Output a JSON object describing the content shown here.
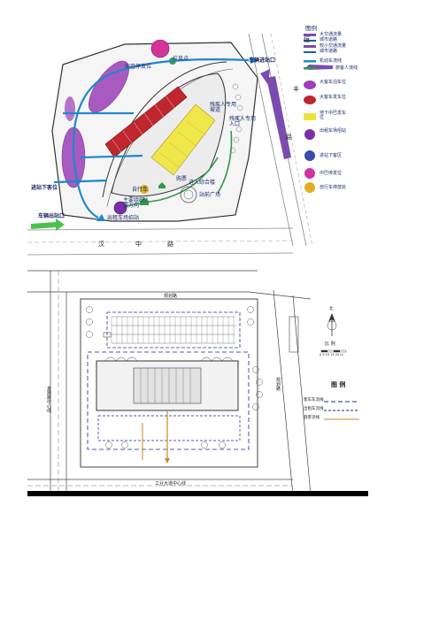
{
  "top_plan": {
    "legend": {
      "title": "图例",
      "items": [
        {
          "label": "大交通流量",
          "color": "#7b4bb0"
        },
        {
          "label": "城市道路",
          "color": "#1d5fa8"
        },
        {
          "label": "较小交通流量",
          "color": "#7b4bb0"
        },
        {
          "label": "城市道路",
          "color": "#1d5fa8"
        },
        {
          "label": "机动车流线",
          "color": "#1e88c8"
        },
        {
          "label": "旅客人流线",
          "color": "#2e9a4a"
        },
        {
          "label": "大客车泊车位",
          "color": "#9b3fb8"
        },
        {
          "label": "大客车发车位",
          "color": "#c0262e"
        },
        {
          "label": "地下中巴发车位",
          "color": "#e9e43a"
        },
        {
          "label": "出租车场招站",
          "color": "#7a2ea8"
        },
        {
          "label": "进站下客区",
          "color": "#3a4cb0"
        },
        {
          "label": "中巴停发位",
          "color": "#d2349a"
        },
        {
          "label": "自行车停放处",
          "color": "#e0b020"
        }
      ]
    },
    "labels": {
      "bus_stop": "中巴停发位",
      "garbage": "垃圾点",
      "entry": "车辆进站口",
      "road_east_1": "恒",
      "road_east_2": "丰",
      "road_east_3": "路",
      "vip_lane": "残疾人专用坡道",
      "vip_entry": "残疾人专用入口",
      "drop_off": "进站下客位",
      "exit": "车辆出站口",
      "taxi": "出租车场招站",
      "ticket": "购票",
      "complex": "进入综合楼",
      "bike": "自行车",
      "plaza": "站前广场",
      "flow": "主要组织人流方向",
      "road_south_1": "汉",
      "road_south_2": "中",
      "road_south_3": "路"
    }
  },
  "bottom_plan": {
    "labels": {
      "north": "北",
      "scale": "比 例",
      "scale_ticks": "0 5 10 15 20 m",
      "top_road": "规划路",
      "right_road": "规划路",
      "left_road": "金陵路中心线",
      "bottom_road": "工业大道中心线"
    },
    "legend": {
      "title": "图  例",
      "items": [
        {
          "label": "客车车流线",
          "color": "#1a2a8a",
          "style": "dashed"
        },
        {
          "label": "出租车流线",
          "color": "#1a2a8a",
          "style": "dashed"
        },
        {
          "label": "旅客流线",
          "color": "#c88a20",
          "style": "solid"
        }
      ]
    }
  }
}
